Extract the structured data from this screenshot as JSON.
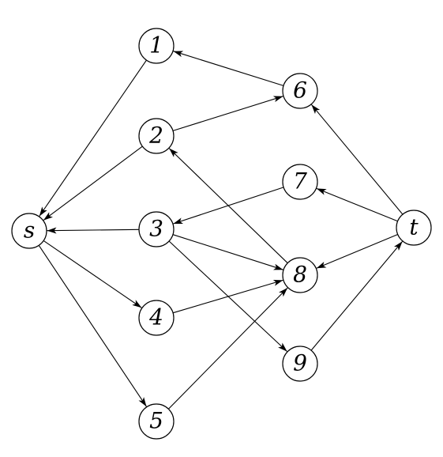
{
  "diagram": {
    "nodes": [
      {
        "id": "s",
        "label": "s"
      },
      {
        "id": "1",
        "label": "1"
      },
      {
        "id": "2",
        "label": "2"
      },
      {
        "id": "3",
        "label": "3"
      },
      {
        "id": "4",
        "label": "4"
      },
      {
        "id": "5",
        "label": "5"
      },
      {
        "id": "6",
        "label": "6"
      },
      {
        "id": "7",
        "label": "7"
      },
      {
        "id": "8",
        "label": "8"
      },
      {
        "id": "9",
        "label": "9"
      },
      {
        "id": "t",
        "label": "t"
      }
    ],
    "edges": [
      {
        "from": "1",
        "to": "s"
      },
      {
        "from": "2",
        "to": "s"
      },
      {
        "from": "3",
        "to": "s"
      },
      {
        "from": "s",
        "to": "4"
      },
      {
        "from": "s",
        "to": "5"
      },
      {
        "from": "6",
        "to": "1"
      },
      {
        "from": "2",
        "to": "6"
      },
      {
        "from": "8",
        "to": "2"
      },
      {
        "from": "7",
        "to": "3"
      },
      {
        "from": "3",
        "to": "8"
      },
      {
        "from": "3",
        "to": "9"
      },
      {
        "from": "4",
        "to": "8"
      },
      {
        "from": "5",
        "to": "8"
      },
      {
        "from": "t",
        "to": "6"
      },
      {
        "from": "t",
        "to": "7"
      },
      {
        "from": "t",
        "to": "8"
      },
      {
        "from": "9",
        "to": "t"
      }
    ]
  }
}
